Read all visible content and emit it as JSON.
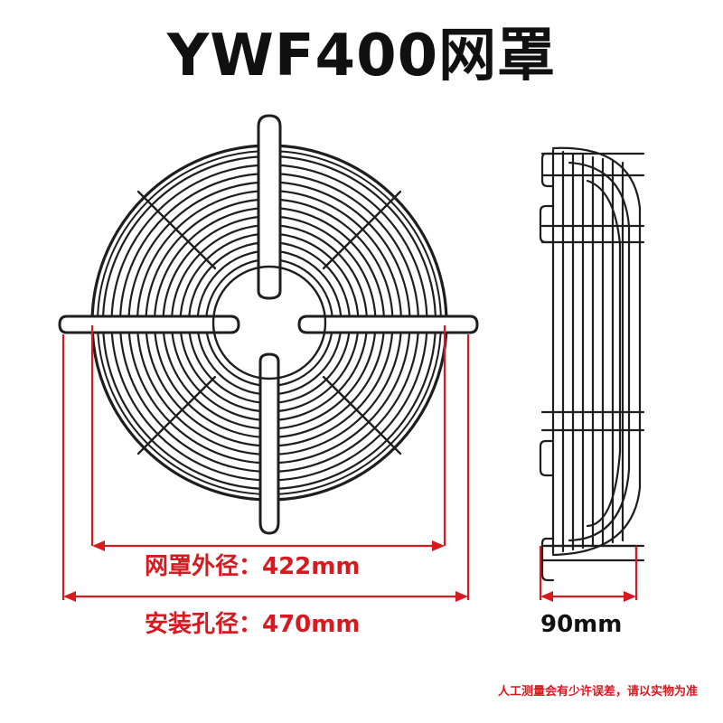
{
  "title": "YWF400网罩",
  "dimensions": {
    "outer_diameter": "网罩外径：422mm",
    "mounting_hole": "安装孔径：470mm",
    "depth": "90mm"
  },
  "note": "人工测量会有少许误差，请以实物为准",
  "colors": {
    "accent": "#d71920",
    "wire": "#1e1e1e",
    "text": "#111111"
  }
}
